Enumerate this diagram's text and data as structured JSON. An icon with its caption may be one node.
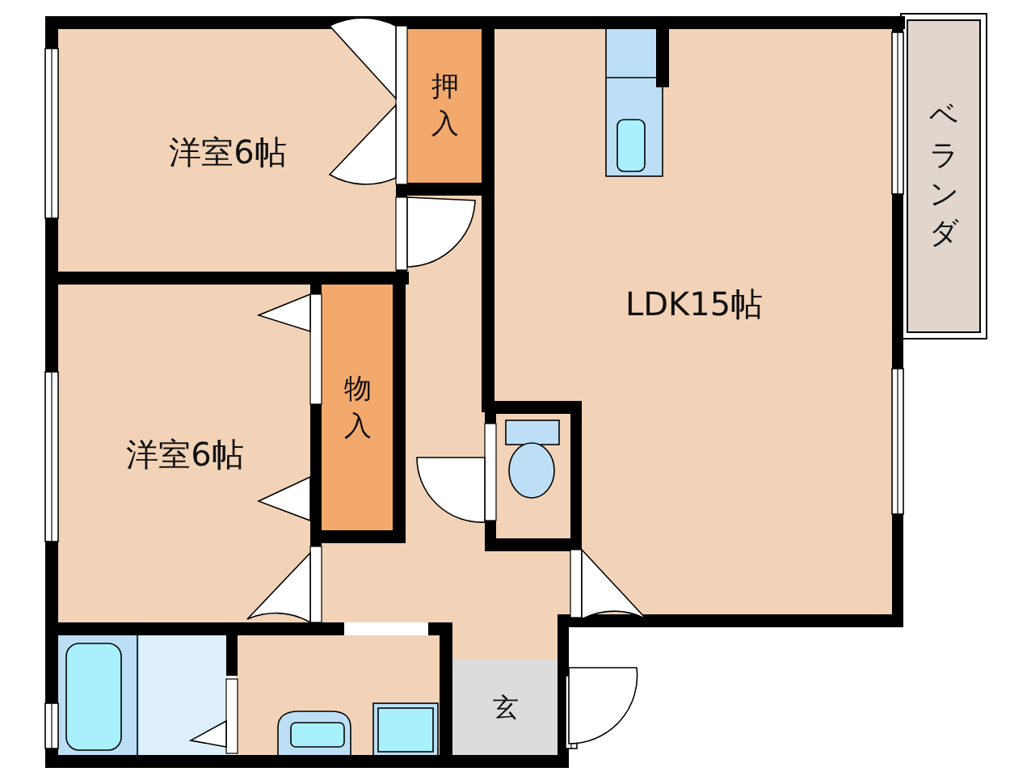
{
  "diagram": {
    "nodes": [
      {
        "text": [
          "洋室6帖"
        ]
      },
      {
        "text": [
          "押入"
        ]
      },
      {
        "text": [
          "物入"
        ]
      },
      {
        "text": [
          "洋室6帖"
        ]
      },
      {
        "text": [
          "LDK15帖"
        ]
      },
      {
        "text": [
          "ベランダ"
        ]
      },
      {
        "text": [
          "玄"
        ]
      }
    ]
  }
}
